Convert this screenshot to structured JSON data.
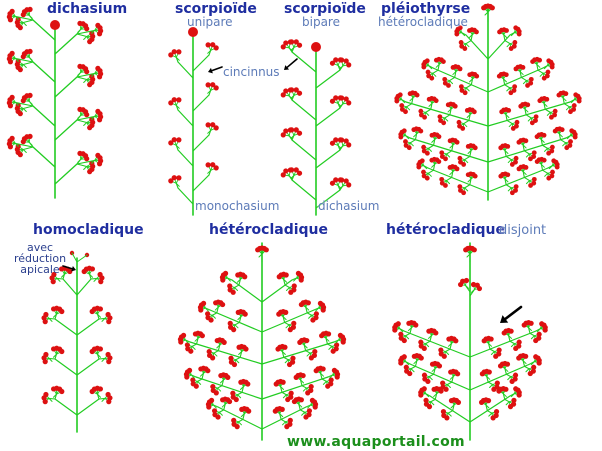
{
  "colors": {
    "stem": "#22cc22",
    "flower": "#dd1111",
    "title": "#1f2ea0",
    "subtitle": "#5d7bb8",
    "arrow": "#000000",
    "website": "#1c8f1c"
  },
  "panels": {
    "dichasium": {
      "title": "dichasium"
    },
    "scorpioide_unipare": {
      "title": "scorpioïde",
      "subtitle": "unipare",
      "annotation": "cincinnus",
      "bottom_label": "monochasium"
    },
    "scorpioide_bipare": {
      "title": "scorpioïde",
      "subtitle": "bipare",
      "bottom_label": "dichasium"
    },
    "pleiothyrse": {
      "title": "pléiothyrse",
      "subtitle": "hétérocladique"
    },
    "homocladique": {
      "title": "homocladique",
      "note_line1": "avec",
      "note_line2": "réduction",
      "note_line3": "apicale"
    },
    "heterocladique": {
      "title": "hétérocladique"
    },
    "heterocladique_disjoint": {
      "title": "hétérocladique",
      "subtitle": "disjoint"
    }
  },
  "website": "www.aquaportail.com"
}
